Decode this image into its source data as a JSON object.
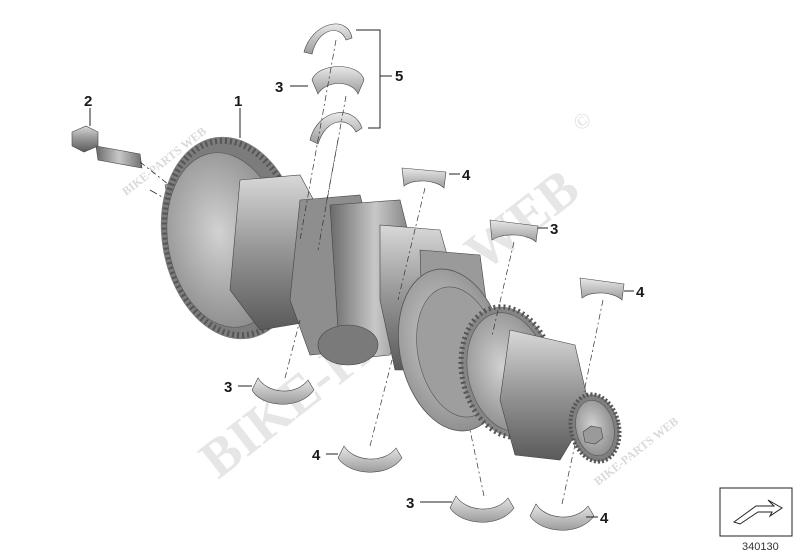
{
  "watermark": {
    "main": "BIKE-PARTS WEB",
    "copyright": "©",
    "small": "BIKE-PARTS WEB"
  },
  "callouts": {
    "crankshaft": "1",
    "bolt": "2",
    "bearing_top": "3",
    "bearing_right": "3",
    "bearing_bottom_left": "3",
    "bearing_bottom": "3",
    "bearing_4_top": "4",
    "bearing_4_right": "4",
    "bearing_4_bottom_left": "4",
    "bearing_4_bottom_right": "4",
    "thrust_set": "5"
  },
  "diagram_number": "340130",
  "icon": "orientation-arrow-icon"
}
